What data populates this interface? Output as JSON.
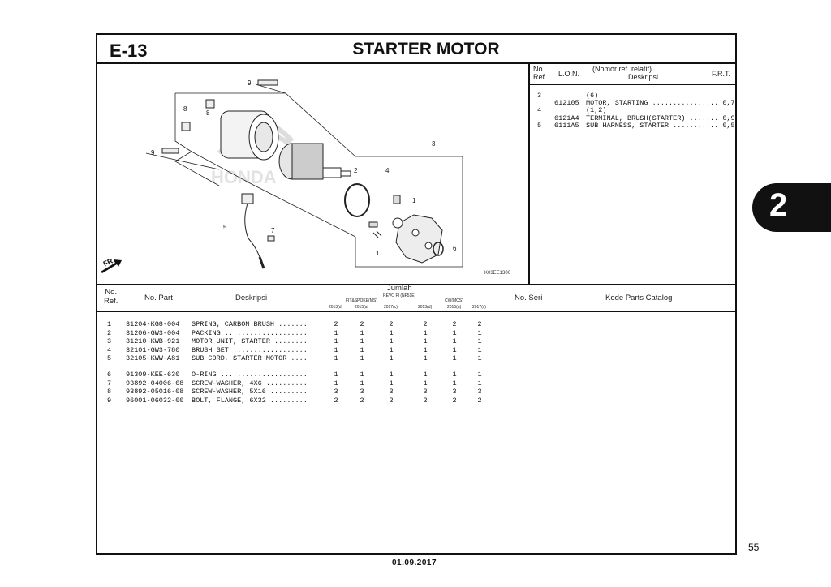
{
  "header": {
    "section_code": "E-13",
    "title": "STARTER MOTOR"
  },
  "lon_table": {
    "headers": {
      "no_ref": "No.\nRef.",
      "lon": "L.O.N.",
      "desc_top": "(Nomor ref. relatif)",
      "desc": "Deskripsi",
      "frt": "F.R.T."
    },
    "rows": [
      {
        "ref": "3",
        "lon": "",
        "desc": "(6)"
      },
      {
        "ref": "",
        "lon": "612105",
        "desc": "MOTOR, STARTING ................ 0,7"
      },
      {
        "ref": "4",
        "lon": "",
        "desc": "(1,2)"
      },
      {
        "ref": "",
        "lon": "6121A4",
        "desc": "TERMINAL, BRUSH(STARTER) ....... 0,9"
      },
      {
        "ref": "5",
        "lon": "6111A5",
        "desc": "SUB HARNESS, STARTER ........... 0,5"
      }
    ]
  },
  "figure": {
    "code": "K03EE1300",
    "direction_label": "FR.",
    "watermark": "HONDA",
    "callouts": [
      "1",
      "1",
      "2",
      "3",
      "4",
      "5",
      "6",
      "7",
      "8",
      "8",
      "9",
      "9"
    ]
  },
  "parts_table": {
    "headers": {
      "no_ref": "No.\nRef.",
      "no_part": "No. Part",
      "deskripsi": "Deskripsi",
      "jumlah": "Jumlah",
      "model_line": "REVO FI (NF51E)",
      "group1": "FIT&SPOKE(MS)",
      "group2": "CW(MCS)",
      "years": [
        "2013(d)",
        "2015(a)",
        "2017(c)",
        "2013(d)",
        "2015(a)",
        "2017(c)"
      ],
      "no_seri": "No. Seri",
      "kode": "Kode Parts Catalog"
    },
    "rows": [
      {
        "ref": "1",
        "part": "31204-KG8-004",
        "desc": "SPRING, CARBON BRUSH .......",
        "qty": [
          "2",
          "2",
          "2",
          "2",
          "2",
          "2"
        ]
      },
      {
        "ref": "2",
        "part": "31206-GW3-004",
        "desc": "PACKING ....................",
        "qty": [
          "1",
          "1",
          "1",
          "1",
          "1",
          "1"
        ]
      },
      {
        "ref": "3",
        "part": "31210-KWB-921",
        "desc": "MOTOR UNIT, STARTER ........",
        "qty": [
          "1",
          "1",
          "1",
          "1",
          "1",
          "1"
        ]
      },
      {
        "ref": "4",
        "part": "32101-GW3-780",
        "desc": "BRUSH SET ..................",
        "qty": [
          "1",
          "1",
          "1",
          "1",
          "1",
          "1"
        ]
      },
      {
        "ref": "5",
        "part": "32105-KWW-A81",
        "desc": "SUB CORD, STARTER MOTOR ....",
        "qty": [
          "1",
          "1",
          "1",
          "1",
          "1",
          "1"
        ]
      },
      {
        "ref": "6",
        "part": "91309-KEE-630",
        "desc": "O-RING .....................",
        "qty": [
          "1",
          "1",
          "1",
          "1",
          "1",
          "1"
        ]
      },
      {
        "ref": "7",
        "part": "93892-04006-08",
        "desc": "SCREW-WASHER, 4X6 ..........",
        "qty": [
          "1",
          "1",
          "1",
          "1",
          "1",
          "1"
        ]
      },
      {
        "ref": "8",
        "part": "93892-05016-08",
        "desc": "SCREW-WASHER, 5X16 .........",
        "qty": [
          "3",
          "3",
          "3",
          "3",
          "3",
          "3"
        ]
      },
      {
        "ref": "9",
        "part": "96001-06032-00",
        "desc": "BOLT, FLANGE, 6X32 .........",
        "qty": [
          "2",
          "2",
          "2",
          "2",
          "2",
          "2"
        ]
      }
    ]
  },
  "side_tab": {
    "number": "2"
  },
  "footer": {
    "page": "55",
    "date": "01.09.2017"
  }
}
